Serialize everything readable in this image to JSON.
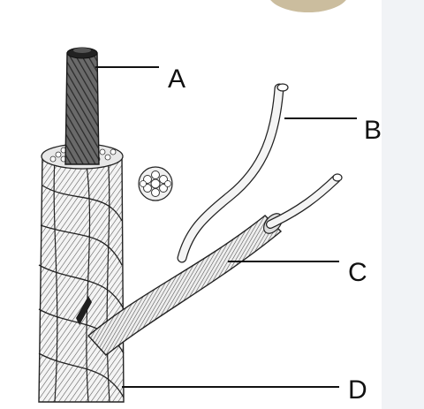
{
  "labels": {
    "a": "A",
    "b": "B",
    "c": "C",
    "d": "D"
  },
  "colors": {
    "background": "#ffffff",
    "right_panel": "#f1f3f6",
    "top_tab": "#cbbd9e",
    "wire_stroke": "#222222",
    "wire_fill": "#f2f2f2",
    "core_fill": "#4a4a4a",
    "leader_line": "#111111"
  }
}
